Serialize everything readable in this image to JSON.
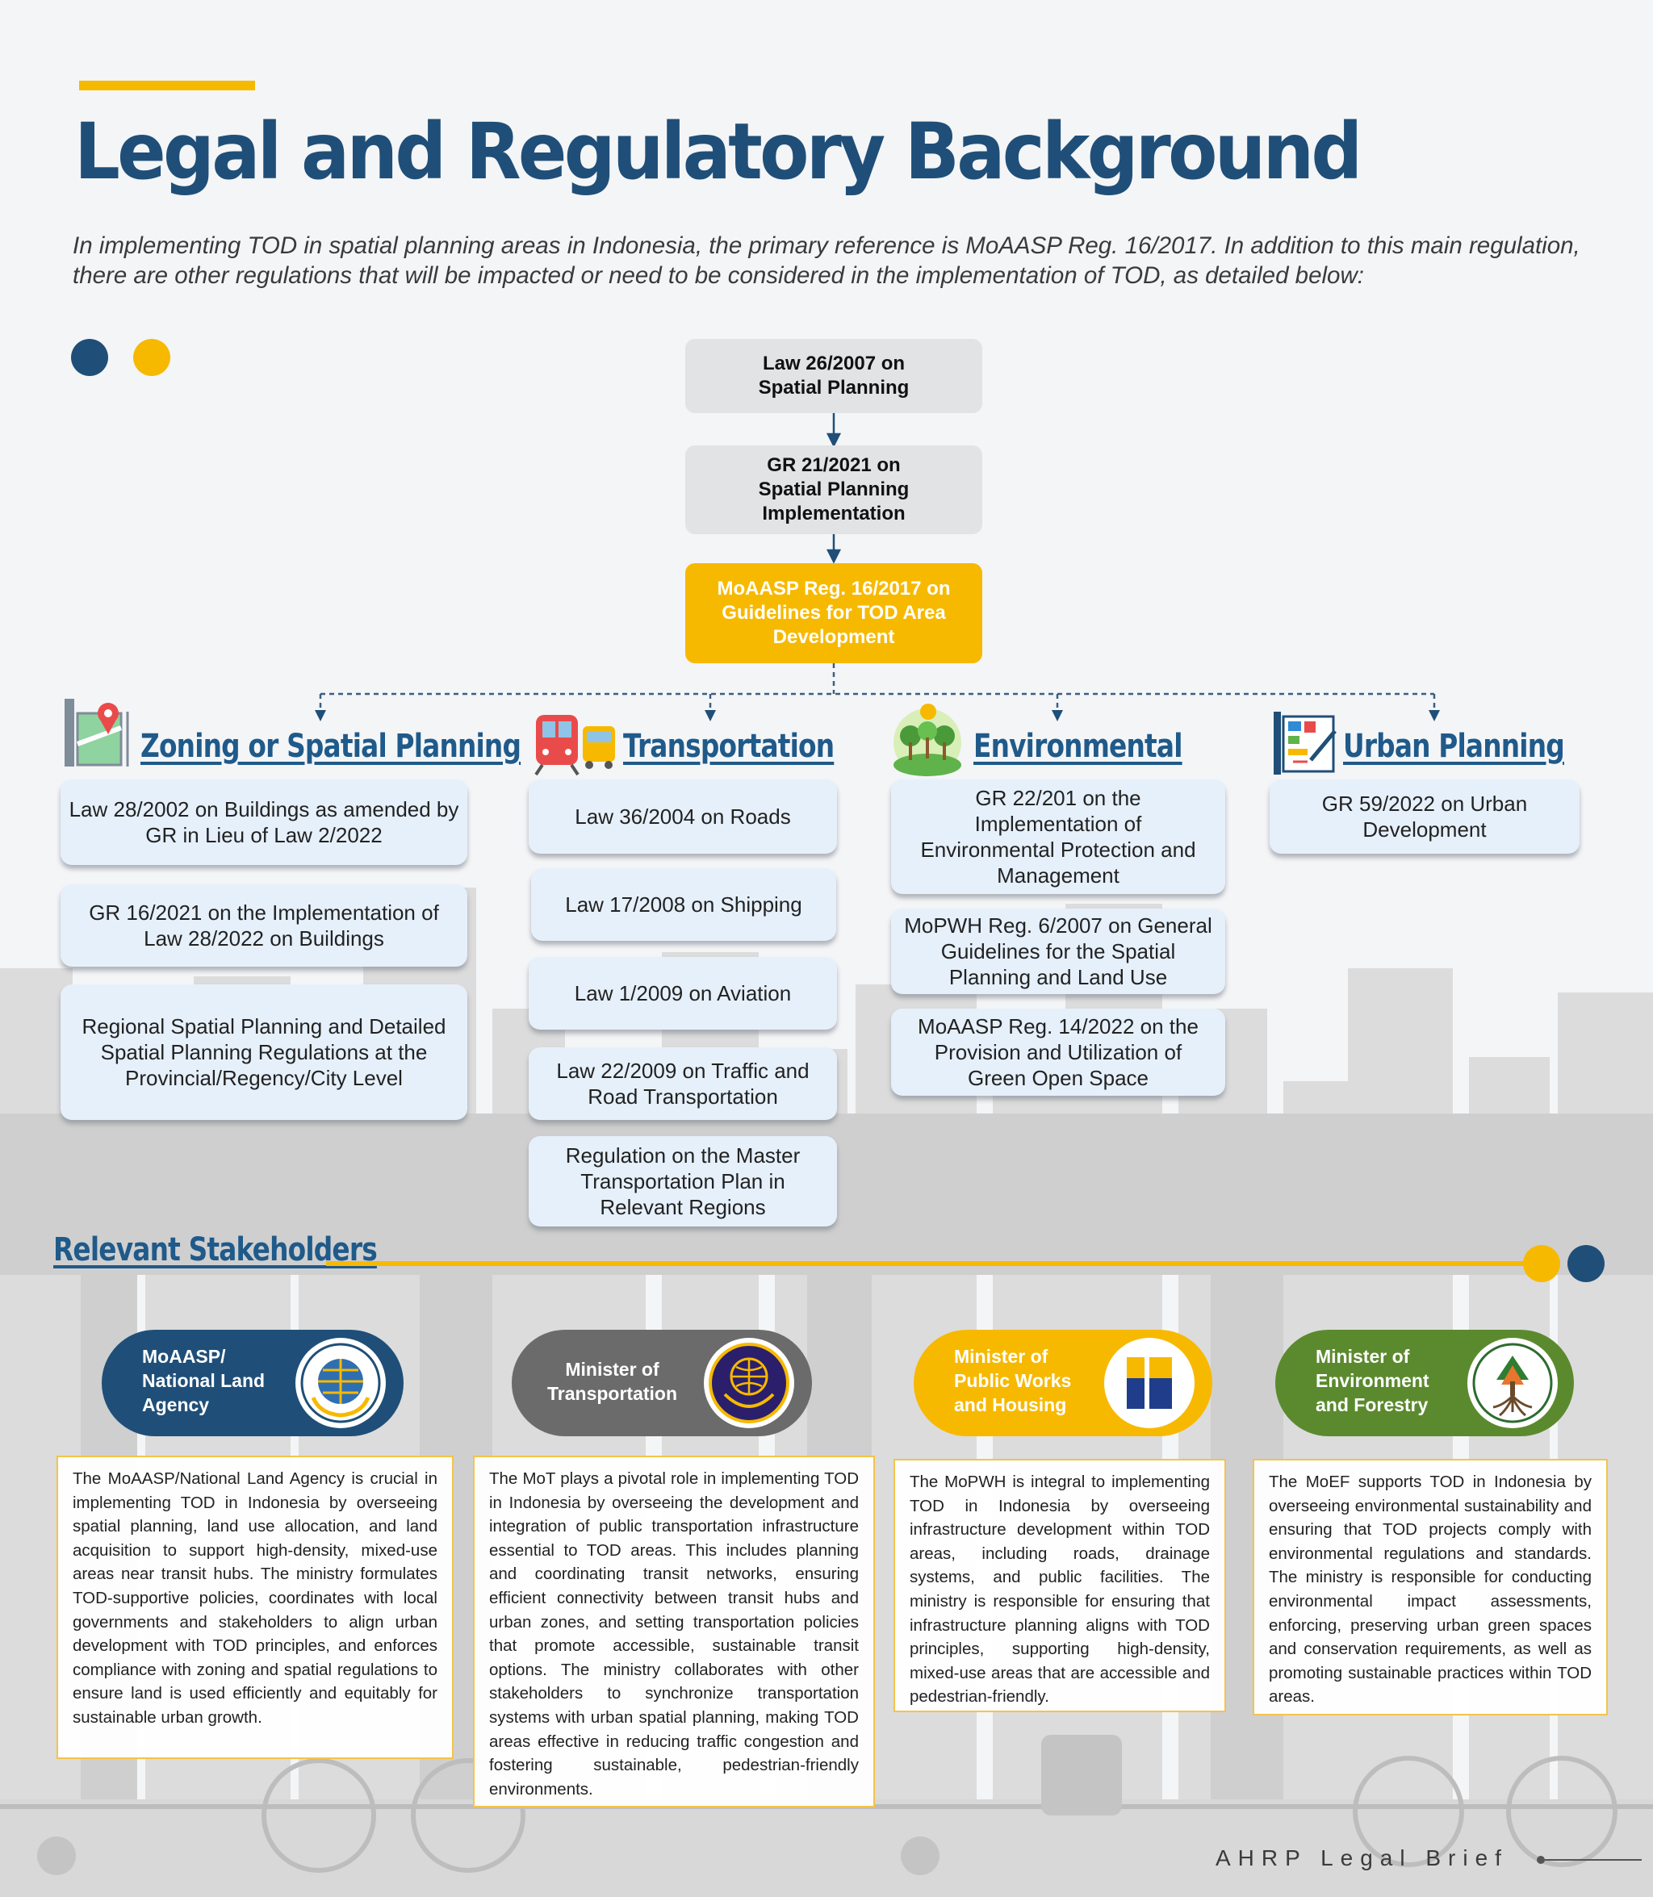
{
  "header": {
    "title": "Legal and Regulatory Background",
    "intro": "In implementing TOD in spatial planning areas in Indonesia, the primary reference is MoAASP Reg. 16/2017. In addition to this main regulation, there are other regulations that will be impacted or need to be considered in the implementation of TOD, as detailed below:"
  },
  "colors": {
    "navy": "#1f4f78",
    "gold": "#f7b900",
    "grey": "#6c6b6b",
    "green": "#5b8a2e",
    "card": "#e6f0fb"
  },
  "hierarchy": {
    "level1": "Law 26/2007 on Spatial Planning",
    "level2": "GR 21/2021 on Spatial Planning Implementation",
    "level3": "MoAASP Reg. 16/2017 on Guidelines for TOD Area Development"
  },
  "categories": {
    "zoning": {
      "title": "Zoning or Spatial Planning",
      "icon": "map-pin-icon",
      "items": [
        "Law 28/2002 on Buildings as amended by GR in Lieu of Law 2/2022",
        "GR 16/2021 on the Implementation of Law 28/2022 on Buildings",
        "Regional Spatial Planning and Detailed Spatial Planning Regulations at the Provincial/Regency/City Level"
      ]
    },
    "transport": {
      "title": "Transportation",
      "icon": "train-bus-icon",
      "items": [
        "Law 36/2004 on Roads",
        "Law 17/2008 on Shipping",
        "Law 1/2009 on Aviation",
        "Law 22/2009 on Traffic and Road Transportation",
        "Regulation on the Master Transportation Plan in Relevant Regions"
      ]
    },
    "environment": {
      "title": "Environmental",
      "icon": "trees-icon",
      "items": [
        "GR 22/201 on the Implementation of Environmental Protection and Management",
        "MoPWH Reg. 6/2007 on General Guidelines for the Spatial Planning and Land Use",
        "MoAASP Reg. 14/2022 on the Provision and Utilization of Green Open Space"
      ]
    },
    "urban": {
      "title": "Urban Planning",
      "icon": "blueprint-icon",
      "items": [
        "GR 59/2022 on Urban Development"
      ]
    }
  },
  "stakeholders": {
    "title": "Relevant Stakeholders",
    "items": [
      {
        "name_lines": [
          "MoAASP/",
          "National Land",
          "Agency"
        ],
        "logo": "globe-seal-icon",
        "description": "The MoAASP/National Land Agency is crucial in implementing TOD in Indonesia by overseeing spatial planning, land use allocation, and land acquisition to support high-density, mixed-use areas near transit hubs. The ministry formulates TOD-supportive policies, coordinates with local governments and stakeholders to align urban development with TOD principles, and enforces compliance with zoning and spatial regulations to ensure land is used efficiently and equitably for sustainable urban growth."
      },
      {
        "name_lines": [
          "Minister of",
          "Transportation"
        ],
        "logo": "globe-wings-icon",
        "description": "The MoT plays a pivotal role in implementing TOD in Indonesia by overseeing the development and integration of public transportation infrastructure essential to TOD areas. This includes planning and coordinating transit networks, ensuring efficient connectivity between transit hubs and urban zones, and setting transportation policies that promote accessible, sustainable transit options. The ministry collaborates with other stakeholders to synchronize transportation systems with urban spatial planning, making TOD areas effective in reducing traffic congestion and fostering sustainable, pedestrian-friendly environments."
      },
      {
        "name_lines": [
          "Minister of",
          "Public Works",
          "and Housing"
        ],
        "logo": "pu-emblem-icon",
        "description": "The MoPWH is integral to implementing TOD in Indonesia by overseeing infrastructure development within TOD areas, including roads, drainage systems, and public facilities. The ministry is responsible for ensuring that infrastructure planning aligns with TOD principles, supporting high-density, mixed-use areas that are accessible and pedestrian-friendly."
      },
      {
        "name_lines": [
          "Minister of",
          "Environment",
          "and Forestry"
        ],
        "logo": "tree-roots-icon",
        "description": "The MoEF supports TOD in Indonesia by overseeing environmental sustainability and ensuring that TOD projects comply with environmental regulations and standards. The ministry is responsible for conducting environmental impact assessments, enforcing, preserving urban green spaces and conservation requirements, as well as promoting sustainable practices within TOD areas."
      }
    ]
  },
  "footer": {
    "text": "AHRP Legal Brief"
  }
}
